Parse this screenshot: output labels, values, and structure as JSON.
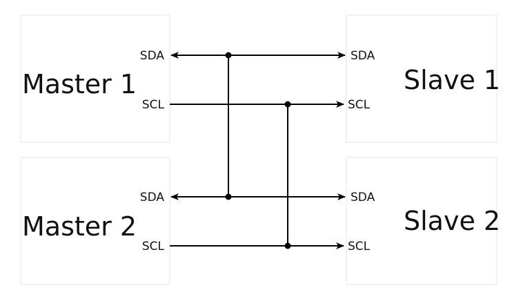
{
  "devices": {
    "master1": {
      "name": "Master 1",
      "sda": "SDA",
      "scl": "SCL"
    },
    "master2": {
      "name": "Master 2",
      "sda": "SDA",
      "scl": "SCL"
    },
    "slave1": {
      "name": "Slave 1",
      "sda": "SDA",
      "scl": "SCL"
    },
    "slave2": {
      "name": "Slave 2",
      "sda": "SDA",
      "scl": "SCL"
    }
  }
}
